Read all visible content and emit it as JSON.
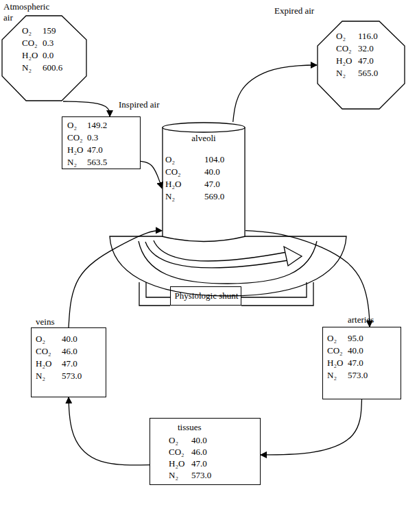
{
  "diagram": {
    "nodes": [
      {
        "text": [
          "Atmospheric air",
          "O₂",
          "159",
          "CO₂",
          "0.3",
          "H₂O",
          "0.0",
          "N₂",
          "600.6"
        ]
      },
      {
        "text": [
          "Expired air",
          "O₂",
          "116.0",
          "CO₂",
          "32.0",
          "H₂O",
          "47.0",
          "N₂",
          "565.0"
        ]
      },
      {
        "text": [
          "Inspired air",
          "O₂",
          "149.2",
          "CO₂",
          "0.3",
          "H₂O",
          "47.0",
          "N₂",
          "563.5"
        ]
      },
      {
        "text": [
          "alveoli",
          "O₂",
          "104.0",
          "CO₂",
          "40.0",
          "H₂O",
          "47.0",
          "N₂",
          "569.0"
        ]
      },
      {
        "text": [
          "Physiologic shunt"
        ]
      },
      {
        "text": [
          "veins",
          "O₂",
          "40.0",
          "CO₂",
          "46.0",
          "H₂O",
          "47.0",
          "N₂",
          "573.0"
        ]
      },
      {
        "text": [
          "arteries",
          "O₂",
          "95.0",
          "CO₂",
          "40.0",
          "H₂O",
          "47.0",
          "N₂",
          "573.0"
        ]
      },
      {
        "text": [
          "tissues",
          "O₂",
          "40.0",
          "CO₂",
          "46.0",
          "H₂O",
          "47.0",
          "N₂",
          "573.0"
        ]
      }
    ],
    "edges": [
      {
        "from": 0,
        "to": 2,
        "arrow": "to"
      },
      {
        "from": 2,
        "to": 3,
        "arrow": "to"
      },
      {
        "from": 3,
        "to": 1,
        "arrow": "to"
      },
      {
        "from": 5,
        "to": 3,
        "arrow": "to"
      },
      {
        "from": 3,
        "to": 6,
        "arrow": "to"
      },
      {
        "from": 6,
        "to": 7,
        "arrow": "to"
      },
      {
        "from": 7,
        "to": 5,
        "arrow": "to"
      }
    ]
  }
}
